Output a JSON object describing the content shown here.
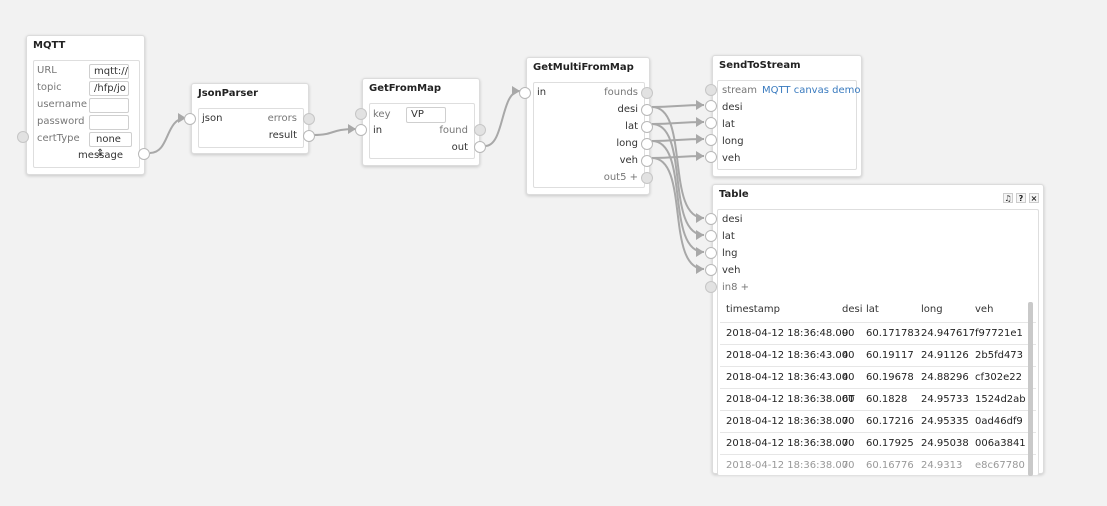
{
  "mqtt": {
    "title": "MQTT",
    "fields": [
      {
        "label": "URL",
        "value": "mqtt://"
      },
      {
        "label": "topic",
        "value": "/hfp/jo"
      },
      {
        "label": "username",
        "value": ""
      },
      {
        "label": "password",
        "value": ""
      },
      {
        "label": "certType",
        "value": "none ⇕"
      }
    ],
    "output": "message"
  },
  "jsonparser": {
    "title": "JsonParser",
    "input": "json",
    "outputs": [
      "errors",
      "result"
    ]
  },
  "getfrommap": {
    "title": "GetFromMap",
    "key_label": "key",
    "key_value": "VP",
    "input": "in",
    "outputs": [
      "found",
      "out"
    ]
  },
  "getmulti": {
    "title": "GetMultiFromMap",
    "input": "in",
    "outputs": [
      "founds",
      "desi",
      "lat",
      "long",
      "veh",
      "out5 +"
    ]
  },
  "sendtostream": {
    "title": "SendToStream",
    "stream_label": "stream",
    "stream_value": "MQTT canvas demo",
    "inputs": [
      "desi",
      "lat",
      "long",
      "veh"
    ]
  },
  "table": {
    "title": "Table",
    "controls": [
      "♫",
      "?",
      "×"
    ],
    "inputs": [
      "desi",
      "lat",
      "lng",
      "veh",
      "in8 +"
    ],
    "columns": [
      "timestamp",
      "desi",
      "lat",
      "long",
      "veh"
    ],
    "rows": [
      [
        "2018-04-12 18:36:48.000",
        "9",
        "60.171783",
        "24.947617",
        "f97721e1"
      ],
      [
        "2018-04-12 18:36:43.000",
        "4",
        "60.19117",
        "24.91126",
        "2b5fd473"
      ],
      [
        "2018-04-12 18:36:43.000",
        "4",
        "60.19678",
        "24.88296",
        "cf302e22"
      ],
      [
        "2018-04-12 18:36:38.000",
        "6T",
        "60.1828",
        "24.95733",
        "1524d2ab"
      ],
      [
        "2018-04-12 18:36:38.000",
        "7",
        "60.17216",
        "24.95335",
        "0ad46df9"
      ],
      [
        "2018-04-12 18:36:38.000",
        "7",
        "60.17925",
        "24.95038",
        "006a3841"
      ],
      [
        "2018-04-12 18:36:38.000",
        "7",
        "60.16776",
        "24.9313",
        "e8c67780"
      ]
    ]
  }
}
